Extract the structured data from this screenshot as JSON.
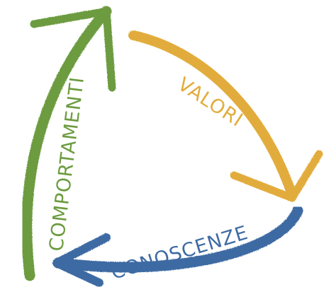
{
  "diagram": {
    "labels": {
      "valori": "VALORI",
      "comportamenti": "COMPORTAMENTI",
      "conoscenze": "CONOSCENZE"
    },
    "colors": {
      "valori": "#E2AC3C",
      "comportamenti": "#6C9B3F",
      "conoscenze": "#3E6BA3"
    }
  }
}
